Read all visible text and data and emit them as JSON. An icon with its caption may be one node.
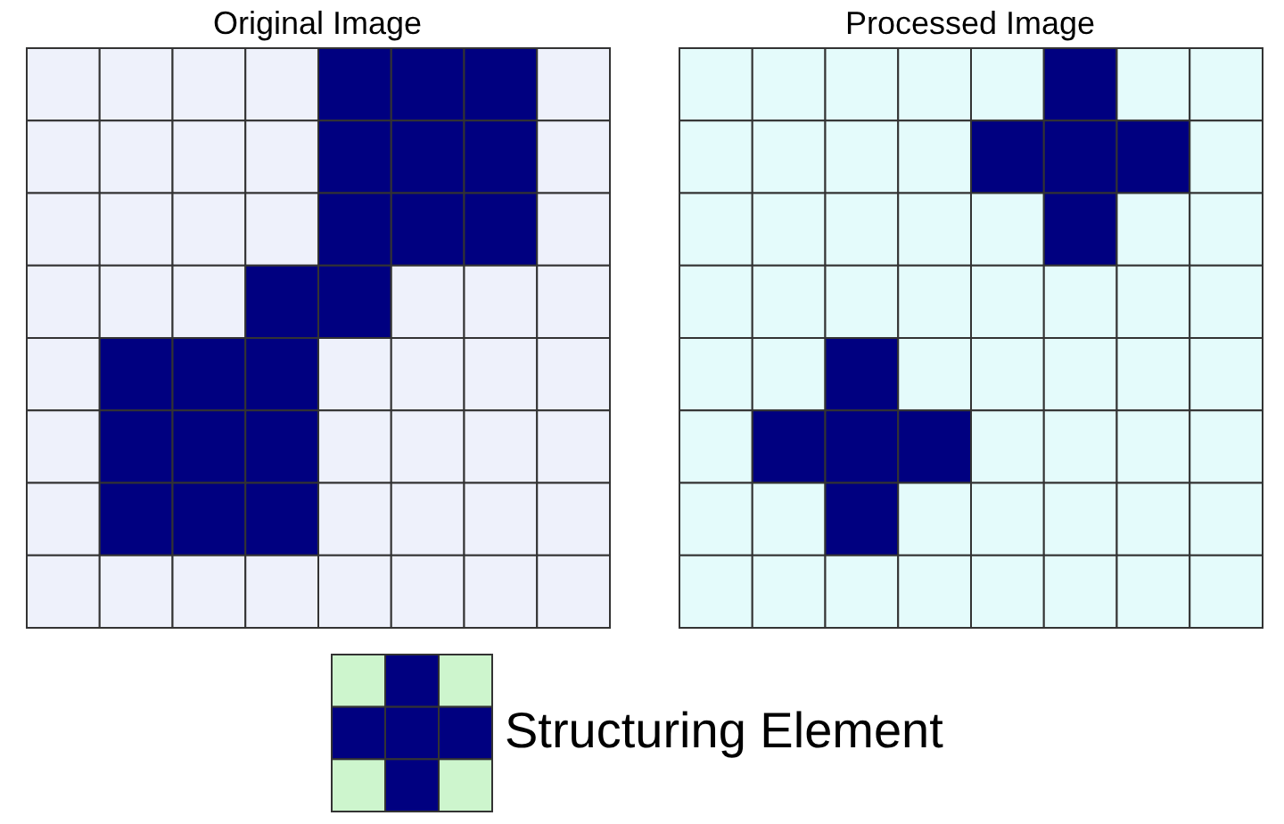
{
  "diagram": {
    "labels": [
      "Original Image",
      "Processed Image",
      "Structuring Element"
    ]
  }
}
